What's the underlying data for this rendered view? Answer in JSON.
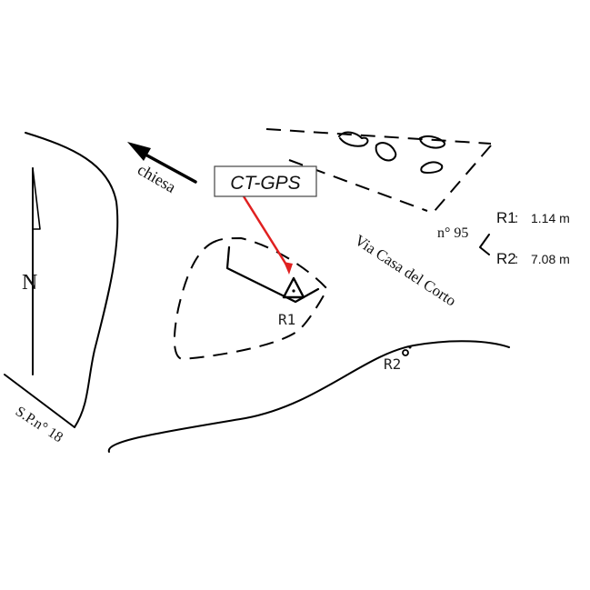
{
  "labels": {
    "north": "N",
    "church": "chiesa",
    "road_sp": "S.P.n° 18",
    "street": "Via Casa del Corto",
    "house_number": "n° 95",
    "station": "CT-GPS",
    "ref1": "R1",
    "ref2": "R2"
  },
  "distances": [
    {
      "ref": "R1",
      "text": "1.14 m"
    },
    {
      "ref": "R2",
      "text": "7.08 m"
    }
  ],
  "colors": {
    "ink": "#000000",
    "pointer": "#e02020",
    "background": "#ffffff"
  },
  "icons": [
    "north-arrow-icon",
    "church-direction-arrow-icon",
    "gps-station-triangle-icon",
    "benchmark-marker-icon"
  ]
}
